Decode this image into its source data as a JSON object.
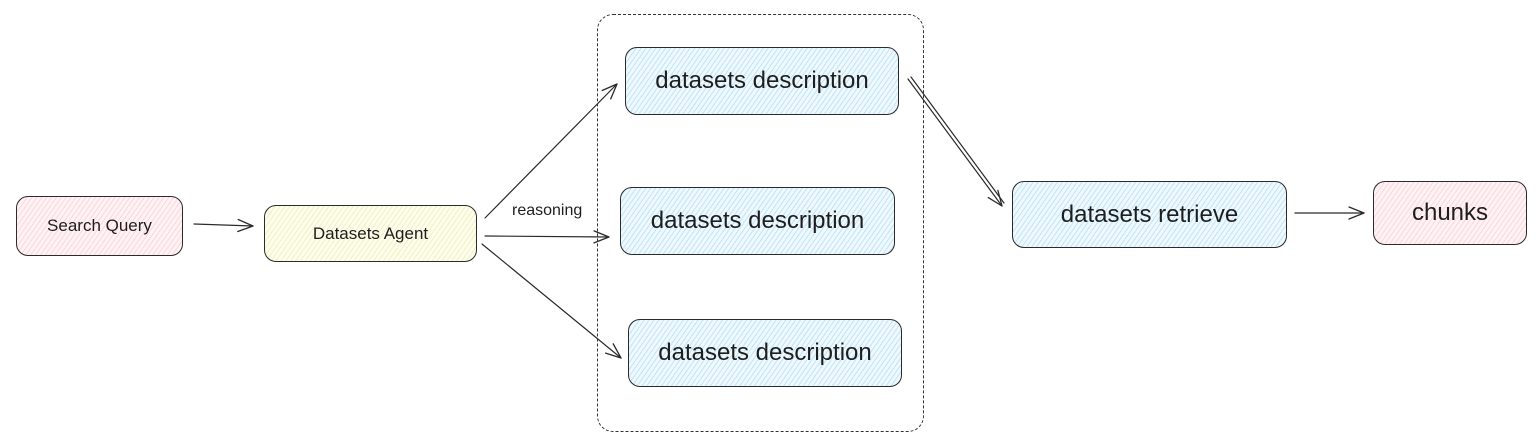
{
  "diagram": {
    "nodes": {
      "search_query": "Search Query",
      "datasets_agent": "Datasets Agent",
      "description_1": "datasets description",
      "description_2": "datasets description",
      "description_3": "datasets description",
      "datasets_retrieve": "datasets retrieve",
      "chunks": "chunks"
    },
    "edge_labels": {
      "agent_reasoning": "reasoning"
    },
    "colors": {
      "query_and_output_fill": "#fdf2f4",
      "agent_fill": "#fdfdee",
      "dataset_fill": "#eef8fd",
      "stroke": "#2b2b2b"
    }
  }
}
